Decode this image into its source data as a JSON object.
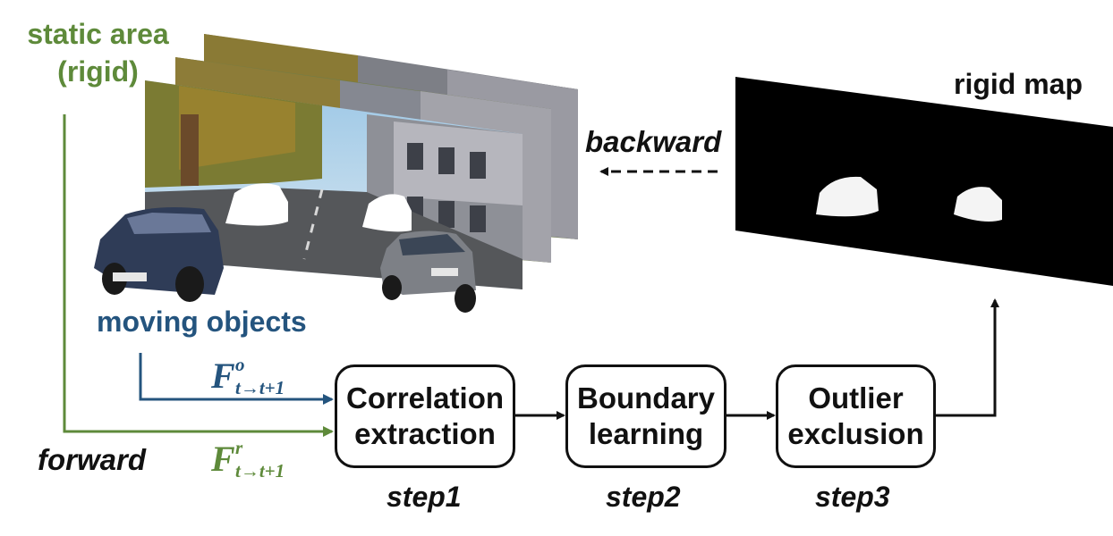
{
  "labels": {
    "static_area_line1": "static area",
    "static_area_line2": "(rigid)",
    "moving_objects": "moving objects",
    "forward": "forward",
    "backward": "backward",
    "rigid_map": "rigid map"
  },
  "flows": {
    "object_flow": {
      "base": "F",
      "sup": "o",
      "sub": "t→t+1"
    },
    "rigid_flow": {
      "base": "F",
      "sup": "r",
      "sub": "t→t+1"
    }
  },
  "steps": [
    {
      "line1": "Correlation",
      "line2": "extraction",
      "caption": "step1"
    },
    {
      "line1": "Boundary",
      "line2": "learning",
      "caption": "step2"
    },
    {
      "line1": "Outlier",
      "line2": "exclusion",
      "caption": "step3"
    }
  ],
  "colors": {
    "static": "#5e8a3a",
    "moving": "#24547e",
    "pipeline": "#111111"
  }
}
